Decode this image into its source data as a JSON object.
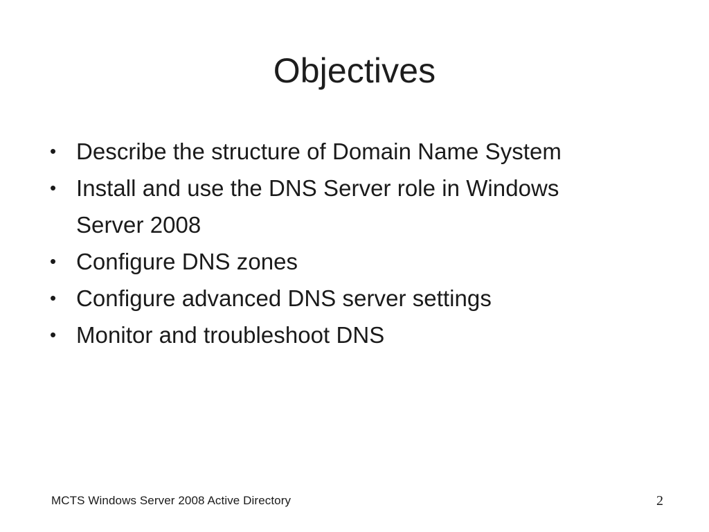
{
  "slide": {
    "title": "Objectives",
    "background_color": "#ffffff",
    "text_color": "#1a1a1a",
    "bullet_glyph": "•",
    "bullets": [
      {
        "text": "Describe the structure of Domain Name System"
      },
      {
        "text": "Install and use the DNS Server role in Windows Server 2008"
      },
      {
        "text": "Configure DNS zones"
      },
      {
        "text": "Configure advanced DNS server settings"
      },
      {
        "text": "Monitor and troubleshoot DNS"
      }
    ],
    "footer": {
      "note": "MCTS Windows Server 2008 Active Directory",
      "page_number": "2"
    }
  }
}
